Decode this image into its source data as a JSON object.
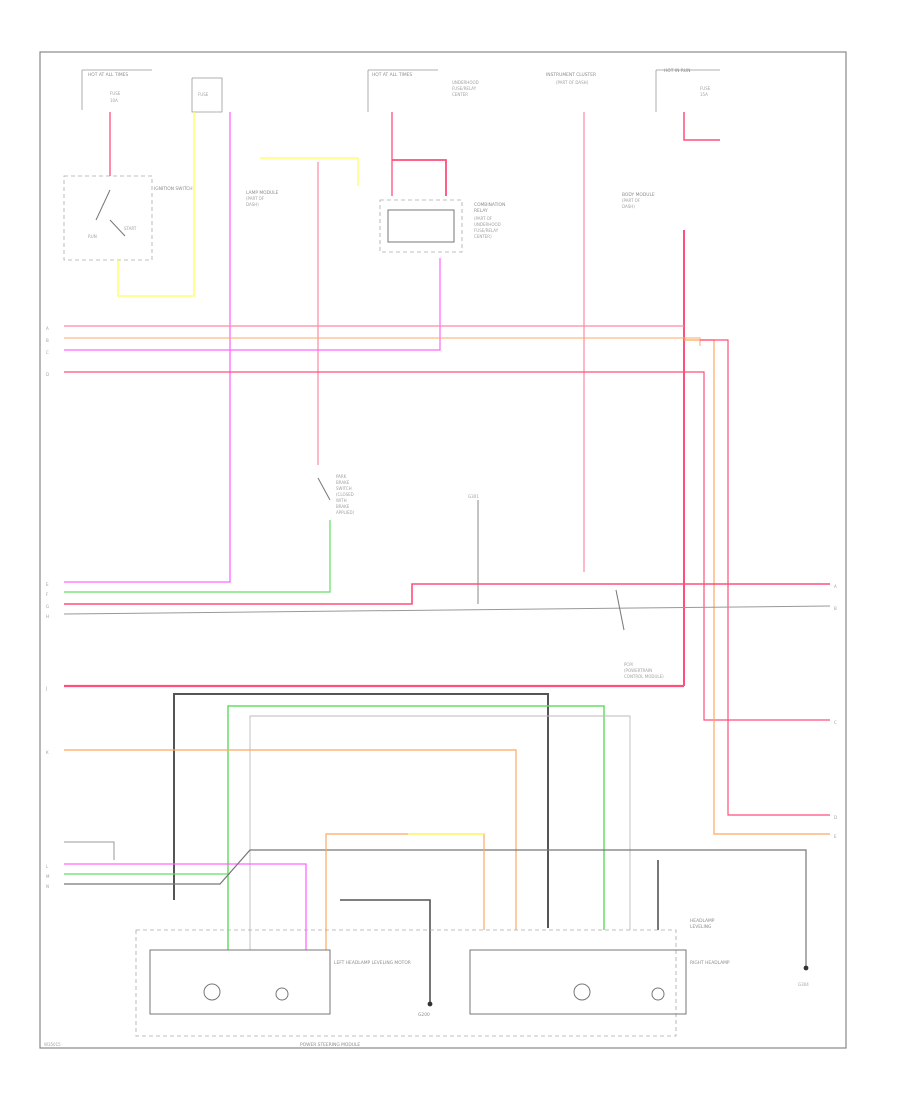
{
  "diagram": {
    "labels": {
      "hot_all_times_left": "HOT AT ALL TIMES",
      "hot_all_times_mid": "HOT AT ALL TIMES",
      "hot_in_run_right": "HOT IN RUN",
      "ignition_switch": "IGNITION SWITCH",
      "lamp_module": "LAMP MODULE",
      "instrument_cluster": "INSTRUMENT CLUSTER",
      "body_module": "BODY MODULE",
      "ground_g": "G200",
      "ground_top": "G301",
      "bottom_label": "POWER STEERING MODULE",
      "footer_code": "W35015"
    },
    "wire_colors": {
      "red": "#ff4f7a",
      "pink": "#ff8aa0",
      "yellow": "#ffff55",
      "magenta": "#ff66ff",
      "orange": "#ffa860",
      "green": "#66dd66",
      "black": "#555555",
      "gray": "#999999",
      "dark_pink": "#ff3366"
    },
    "icons": {
      "ground_symbol": "ground-icon",
      "motor_symbol": "motor-icon"
    }
  }
}
